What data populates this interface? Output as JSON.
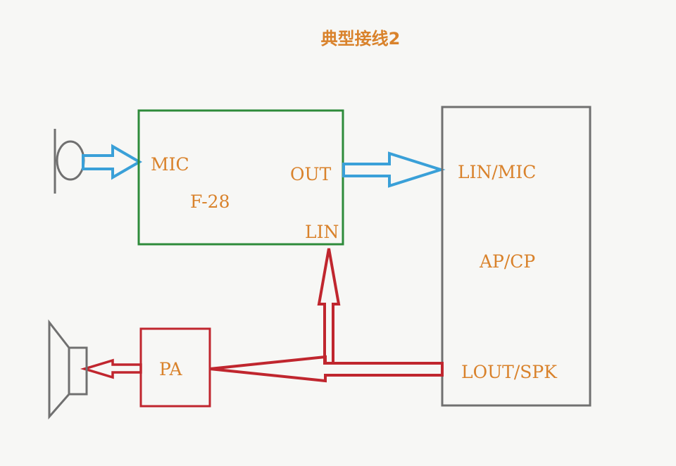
{
  "title": "典型接线2",
  "colors": {
    "green_box": "#2e8b3a",
    "gray_box": "#707070",
    "red": "#c0262e",
    "blue": "#3aa0d8",
    "text": "#d9822b"
  },
  "icons": {
    "microphone": "microphone-icon",
    "speaker": "speaker-icon"
  },
  "blocks": {
    "f28": {
      "name": "F-28",
      "mic": "MIC",
      "out": "OUT",
      "lin": "LIN"
    },
    "apcp": {
      "name": "AP/CP",
      "lin_mic": "LIN/MIC",
      "lout_spk": "LOUT/SPK"
    },
    "pa": {
      "name": "PA"
    }
  }
}
